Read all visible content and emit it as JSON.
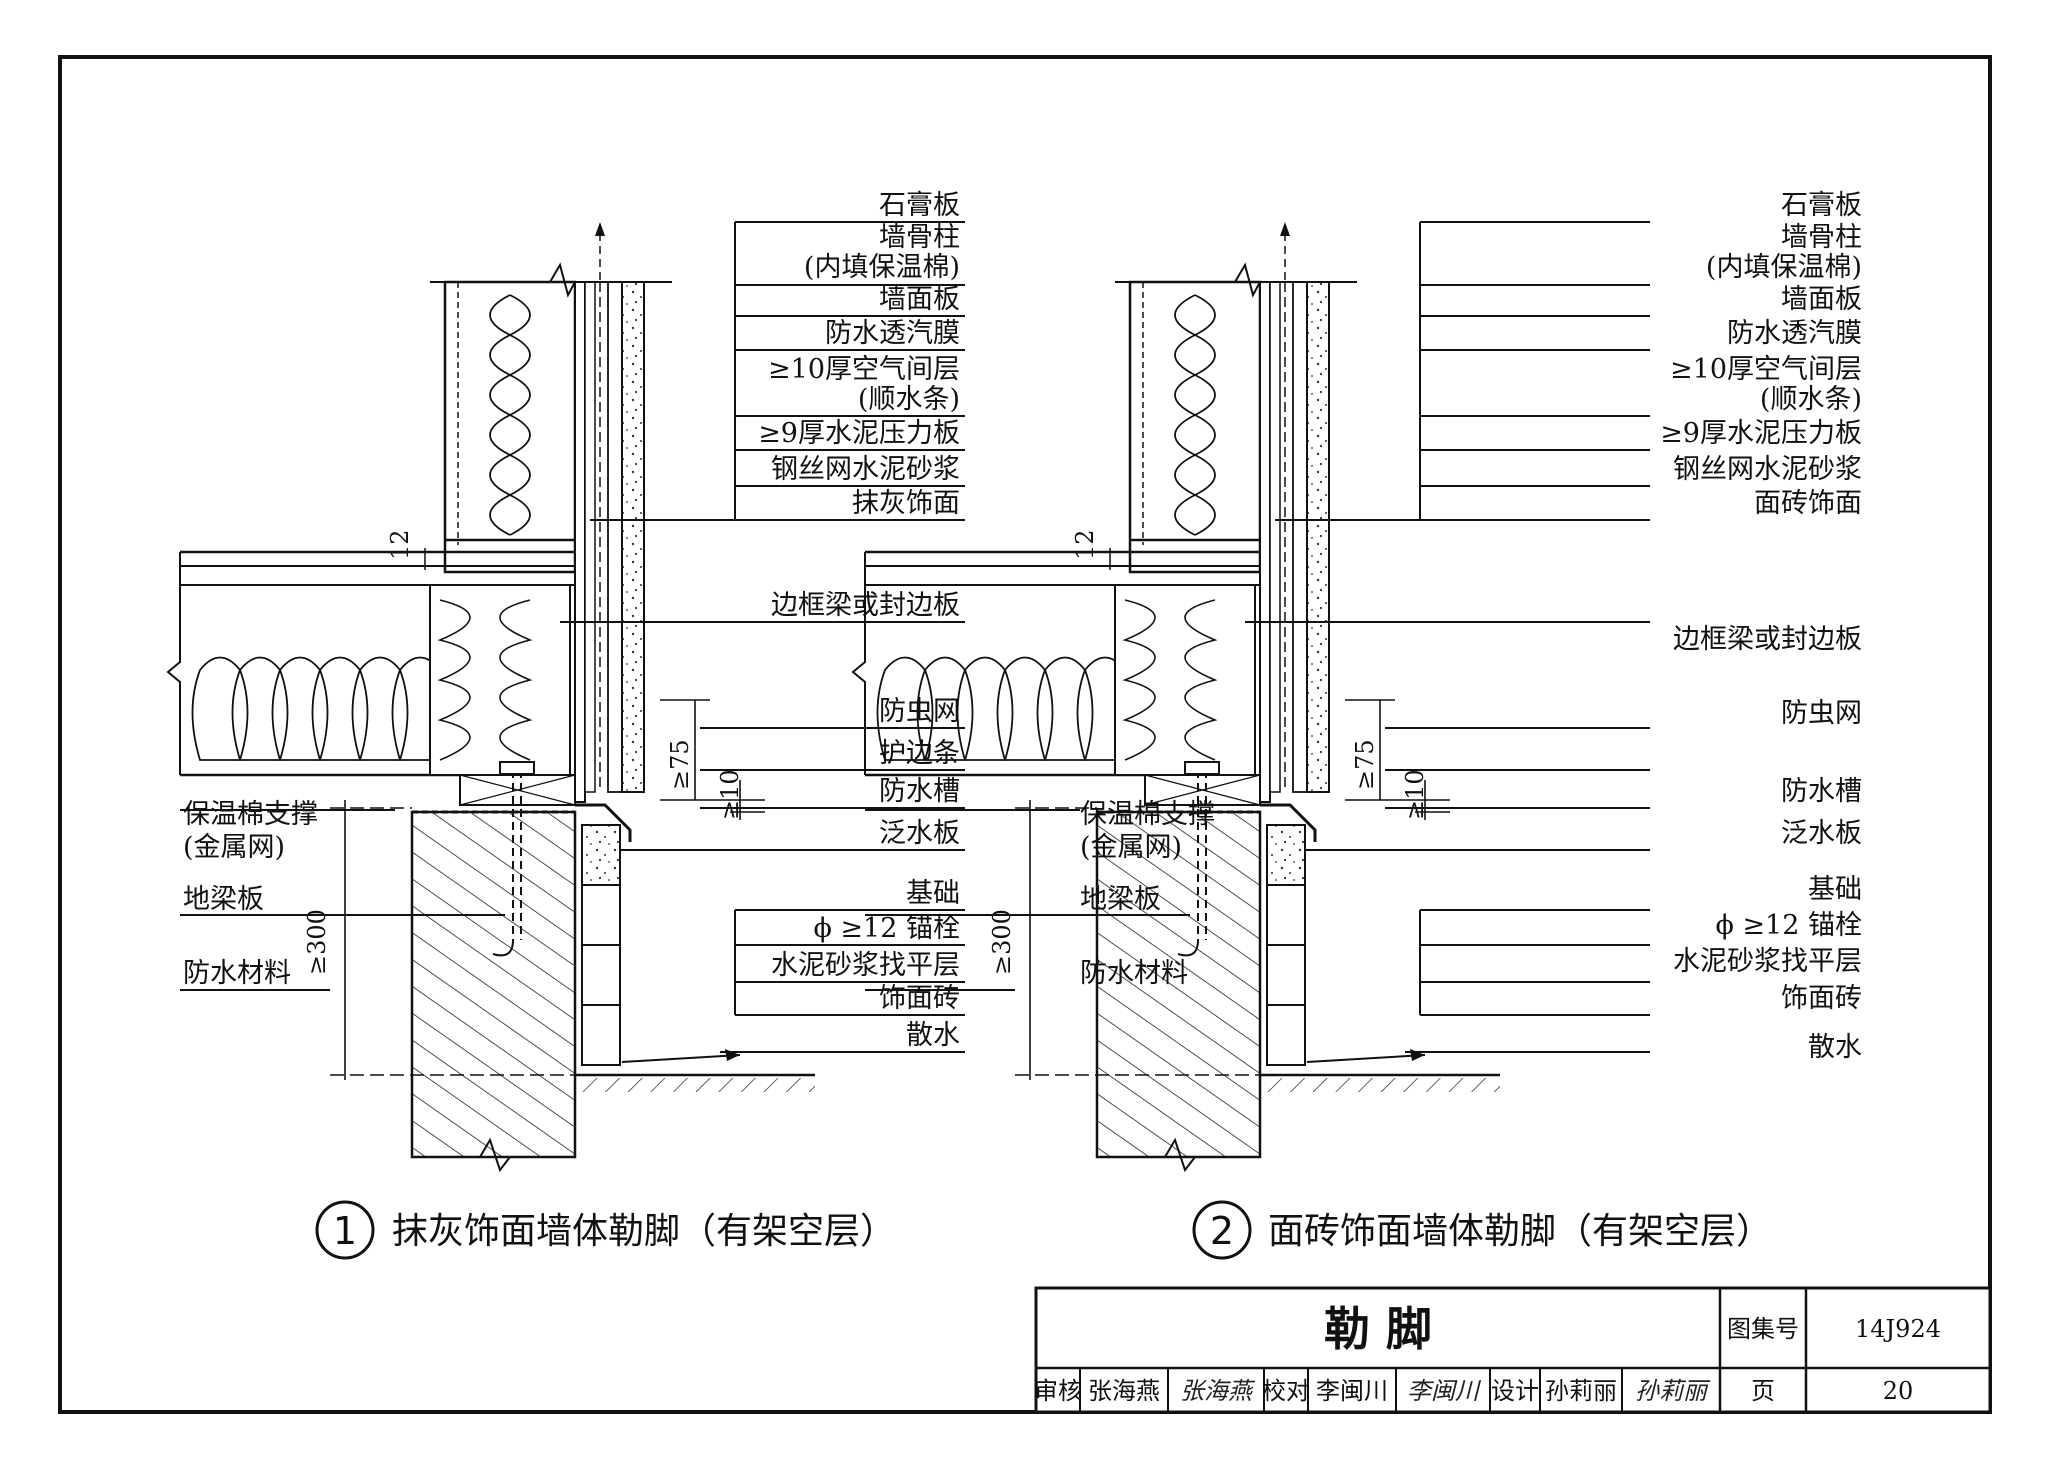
{
  "detail1": {
    "number": "1",
    "title": "抹灰饰面墙体勒脚（有架空层）",
    "upper_labels": [
      "石膏板",
      "墙骨柱",
      "(内填保温棉)",
      "墙面板",
      "防水透汽膜",
      "≥10厚空气间层",
      "(顺水条)",
      "≥9厚水泥压力板",
      "钢丝网水泥砂浆",
      "抹灰饰面"
    ],
    "mid_labels": [
      "边框梁或封边板",
      "防虫网",
      "护边条",
      "防水槽",
      "泛水板"
    ],
    "lower_labels": [
      "基础",
      "ϕ ≥12  锚栓",
      "水泥砂浆找平层",
      "饰面砖",
      "散水"
    ],
    "left_labels": [
      "保温棉支撑",
      "(金属网)",
      "地梁板",
      "防水材料"
    ],
    "dims": {
      "d12": "12",
      "d75": "≥75",
      "d10": "≥10",
      "d300": "≥300"
    }
  },
  "detail2": {
    "number": "2",
    "title": "面砖饰面墙体勒脚（有架空层）",
    "upper_labels": [
      "石膏板",
      "墙骨柱",
      "(内填保温棉)",
      "墙面板",
      "防水透汽膜",
      "≥10厚空气间层",
      "(顺水条)",
      "≥9厚水泥压力板",
      "钢丝网水泥砂浆",
      "面砖饰面"
    ],
    "mid_labels": [
      "边框梁或封边板",
      "防虫网",
      "防水槽",
      "泛水板"
    ],
    "lower_labels": [
      "基础",
      "ϕ ≥12  锚栓",
      "水泥砂浆找平层",
      "饰面砖",
      "散水"
    ],
    "left_labels": [
      "保温棉支撑",
      "(金属网)",
      "地梁板",
      "防水材料"
    ],
    "dims": {
      "d12": "12",
      "d75": "≥75",
      "d10": "≥10",
      "d300": "≥300"
    }
  },
  "title_block": {
    "drawing_title": "勒  脚",
    "atlas_label": "图集号",
    "atlas_no": "14J924",
    "page_label": "页",
    "page_no": "20",
    "review_label": "审核",
    "reviewer": "张海燕",
    "reviewer_sig": "张海燕",
    "check_label": "校对",
    "checker": "李闽川",
    "checker_sig": "李闽川",
    "design_label": "设计",
    "designer": "孙莉丽",
    "designer_sig": "孙莉丽"
  }
}
